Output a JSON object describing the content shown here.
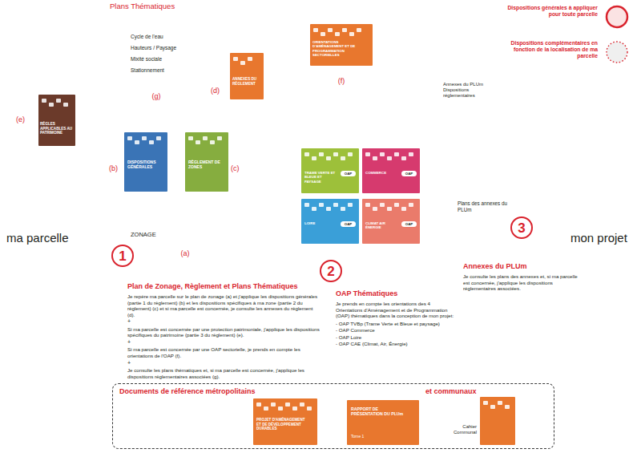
{
  "diagram": {
    "nodes": [
      {
        "text": [
          "Plans Thématiques",
          "(g)"
        ]
      },
      {
        "text": [
          "Cycle de l'eau"
        ],
        "in": 0
      },
      {
        "text": [
          "Hauteurs / Paysage"
        ],
        "in": 0
      },
      {
        "text": [
          "Mixité sociale"
        ],
        "in": 0
      },
      {
        "text": [
          "Stationnement"
        ],
        "in": 0
      },
      {
        "text": [
          "(e)"
        ]
      },
      {
        "text": [
          "RÈGLES APPLICABLES AU PATRIMOINE"
        ],
        "in": 5
      },
      {
        "text": [
          "(d)"
        ]
      },
      {
        "text": [
          "ANNEXES DU RÈGLEMENT"
        ],
        "in": 7
      },
      {
        "text": [
          "(f)"
        ]
      },
      {
        "text": [
          "ORIENTATIONS D'AMÉNAGEMENT ET DE PROGRAMMATION SECTORIELLES"
        ],
        "in": 9
      },
      {
        "text": [
          "Annexes du PLUm Dispositions réglementaires"
        ]
      },
      {
        "text": [
          "1"
        ]
      },
      {
        "text": [
          "DISPOSITIONS GÉNÉRALES",
          "(b)"
        ],
        "in": 12
      },
      {
        "text": [
          "RÈGLEMENT DE ZONES",
          "(c)"
        ],
        "in": 12
      },
      {
        "text": [
          "ZONAGE",
          "(a)"
        ],
        "in": 12
      },
      {
        "text": [
          "2"
        ]
      },
      {
        "text": [
          "TRAME VERTE ET BLEUE ET PAYSAGE",
          "OAP"
        ],
        "in": 16
      },
      {
        "text": [
          "COMMERCE",
          "OAP"
        ],
        "in": 16
      },
      {
        "text": [
          "LOIRE",
          "OAP"
        ],
        "in": 16
      },
      {
        "text": [
          "CLIMAT AIR ÉNERGIE",
          "OAP"
        ],
        "in": 16
      },
      {
        "text": [
          "3"
        ]
      },
      {
        "text": [
          "Plans des annexes du PLUm"
        ],
        "in": 21
      },
      {
        "text": [
          "Documents de référence métropolitains",
          "et communaux"
        ]
      },
      {
        "text": [
          "PROJET D'AMÉNAGEMENT ET DE DÉVELOPPEMENT DURABLES"
        ],
        "in": 23
      },
      {
        "text": [
          "RAPPORT DE PRÉSENTATION DU PLUm",
          "Tome 1"
        ],
        "in": 23
      },
      {
        "text": [
          "Cahier Communal"
        ],
        "in": 23
      }
    ],
    "edges": [
      {
        "from": 12,
        "to": 16,
        "arrow": "none"
      },
      {
        "from": 16,
        "to": 21,
        "arrow": "none"
      },
      {
        "from": 15,
        "to": 5,
        "arrow": "to"
      },
      {
        "from": 15,
        "to": 0,
        "arrow": "to"
      },
      {
        "from": 15,
        "to": 7,
        "arrow": "to"
      },
      {
        "from": 15,
        "to": 9,
        "arrow": "to"
      },
      {
        "from": 21,
        "to": 11,
        "arrow": "to"
      }
    ],
    "labels": [
      "ma parcelle",
      "mon projet",
      "Plan de Zonage, Règlement et Plans Thématiques",
      "Je repère ma parcelle sur le plan de zonage (a) et j'applique les dispositions générales (partie 1 du règlement) (b) et les dispositions spécifiques à ma zone (partie 2 du règlement) (c) et si ma parcelle est concernée, je consulte les annexes du règlement (d).",
      "+",
      "Si ma parcelle est concernée par une protection patrimoniale, j'applique les dispositions spécifiques du patrimoine (partie 3 du règlement) (e).",
      "+",
      "Si ma parcelle est concernée par une OAP sectorielle, je prends en compte les orientations de l'OAP (f).",
      "+",
      "Je consulte les plans thématiques et, si ma parcelle est concernée, j'applique les dispositions réglementaires associées (g).",
      "OAP Thématiques",
      "Je prends en compte les orientations des 4 Orientations d'Aménagement et de Programmation (OAP) thématiques dans la conception de mon projet:",
      "- OAP TVBp (Trame Verte et Bleue et paysage)",
      "- OAP Commerce",
      "- OAP Loire",
      "- OAP CAE (Climat, Air, Énergie)",
      "Annexes du PLUm",
      "Je consulte les plans des annexes et, si ma parcelle est concernée, j'applique les dispositions réglementaires associées."
    ],
    "legend": [
      {
        "text": "Dispositions générales à appliquer pour toute parcelle"
      },
      {
        "text": "Dispositions complémentaires en fonction de la localisation de ma parcelle"
      }
    ]
  }
}
